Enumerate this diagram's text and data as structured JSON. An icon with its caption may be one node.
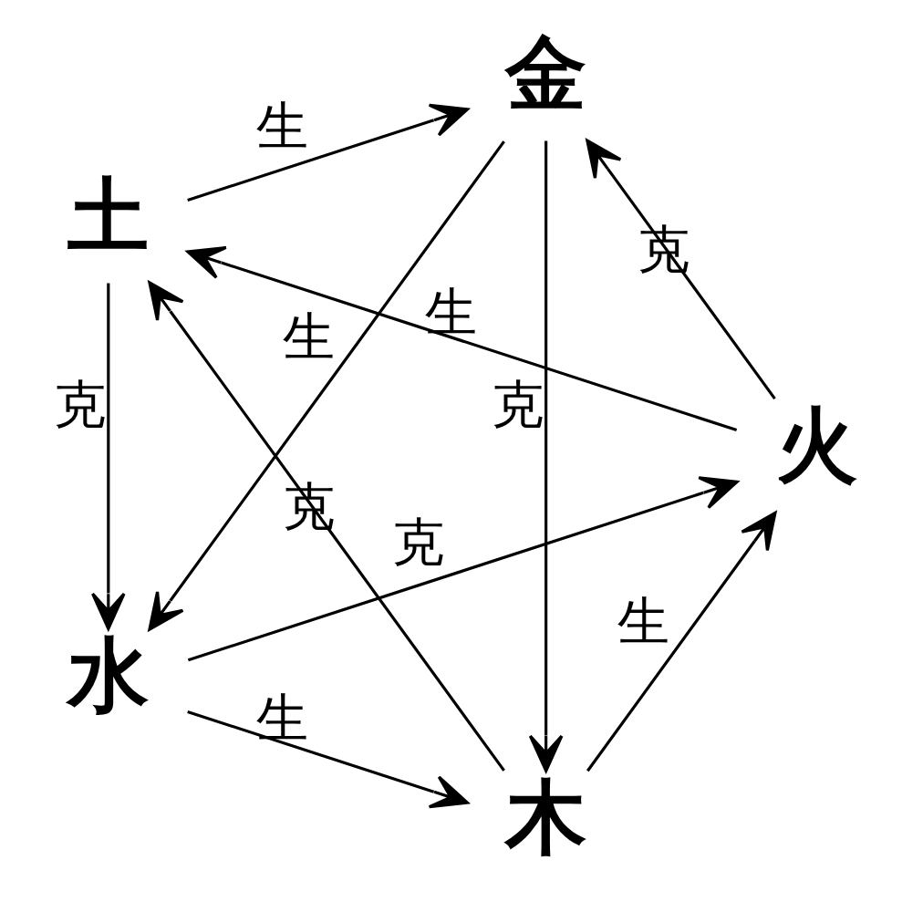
{
  "diagram": {
    "nodes": [
      {
        "text": [
          "木"
        ]
      },
      {
        "text": [
          "火"
        ]
      },
      {
        "text": [
          "土"
        ]
      },
      {
        "text": [
          "金"
        ]
      },
      {
        "text": [
          "水"
        ]
      }
    ],
    "edges": [
      {
        "from": 0,
        "to": 1,
        "arrow": "to",
        "label": "生"
      },
      {
        "from": 1,
        "to": 2,
        "arrow": "to",
        "label": "生"
      },
      {
        "from": 2,
        "to": 3,
        "arrow": "to",
        "label": "生"
      },
      {
        "from": 3,
        "to": 4,
        "arrow": "to",
        "label": "生"
      },
      {
        "from": 4,
        "to": 0,
        "arrow": "to",
        "label": "生"
      },
      {
        "from": 4,
        "to": 1,
        "arrow": "to",
        "label": "克"
      },
      {
        "from": 0,
        "to": 2,
        "arrow": "to",
        "label": "克"
      },
      {
        "from": 3,
        "to": 0,
        "arrow": "to",
        "label": "克"
      },
      {
        "from": 2,
        "to": 4,
        "arrow": "to",
        "label": "克"
      },
      {
        "from": 1,
        "to": 3,
        "arrow": "to",
        "label": "克"
      }
    ]
  }
}
